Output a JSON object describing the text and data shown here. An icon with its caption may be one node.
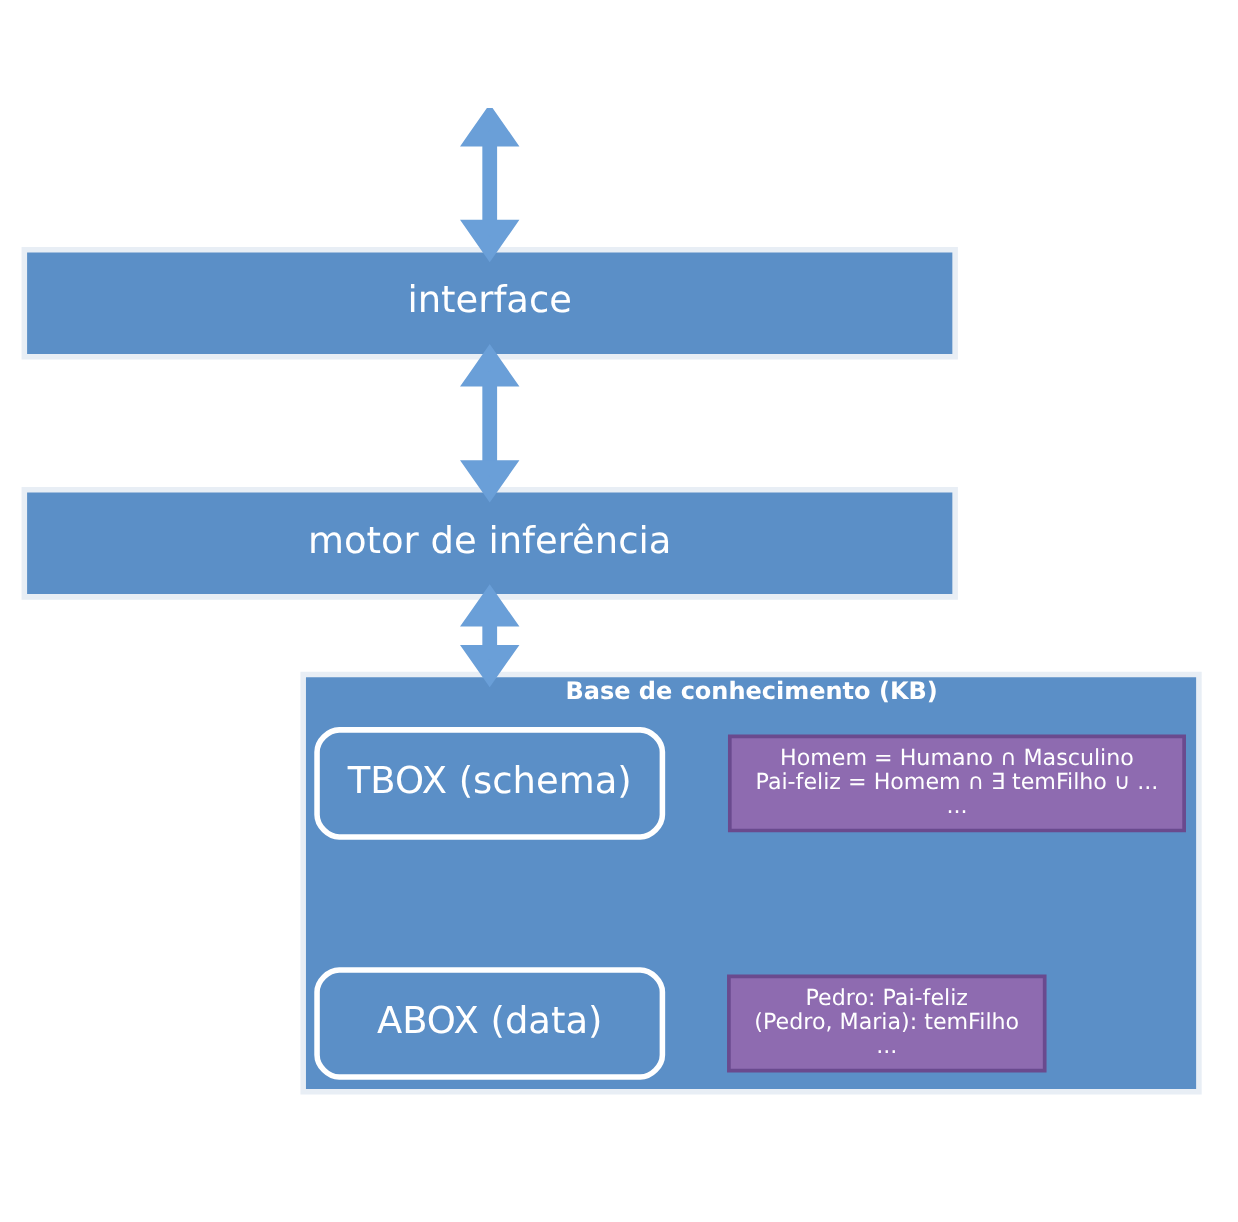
{
  "diagram": {
    "nodes": [
      {
        "text": [
          "interface"
        ]
      },
      {
        "text": [
          "motor de inferência"
        ]
      },
      {
        "text": [
          "Base de conhecimento (KB)"
        ]
      },
      {
        "text": [
          "TBOX (schema)"
        ],
        "in": 2
      },
      {
        "text": [
          "Homem = Humano ∩ Masculino",
          "Pai-feliz = Homem ∩ ∃ temFilho ∪ ...",
          "..."
        ],
        "in": 2
      },
      {
        "text": [
          "ABOX (data)"
        ],
        "in": 2
      },
      {
        "text": [
          "Pedro: Pai-feliz",
          "(Pedro, Maria): temFilho",
          "..."
        ],
        "in": 2
      }
    ],
    "edges": [
      {
        "from": null,
        "to": 0,
        "arrow": "both"
      },
      {
        "from": 0,
        "to": 1,
        "arrow": "both"
      },
      {
        "from": 1,
        "to": 2,
        "arrow": "both"
      }
    ]
  }
}
